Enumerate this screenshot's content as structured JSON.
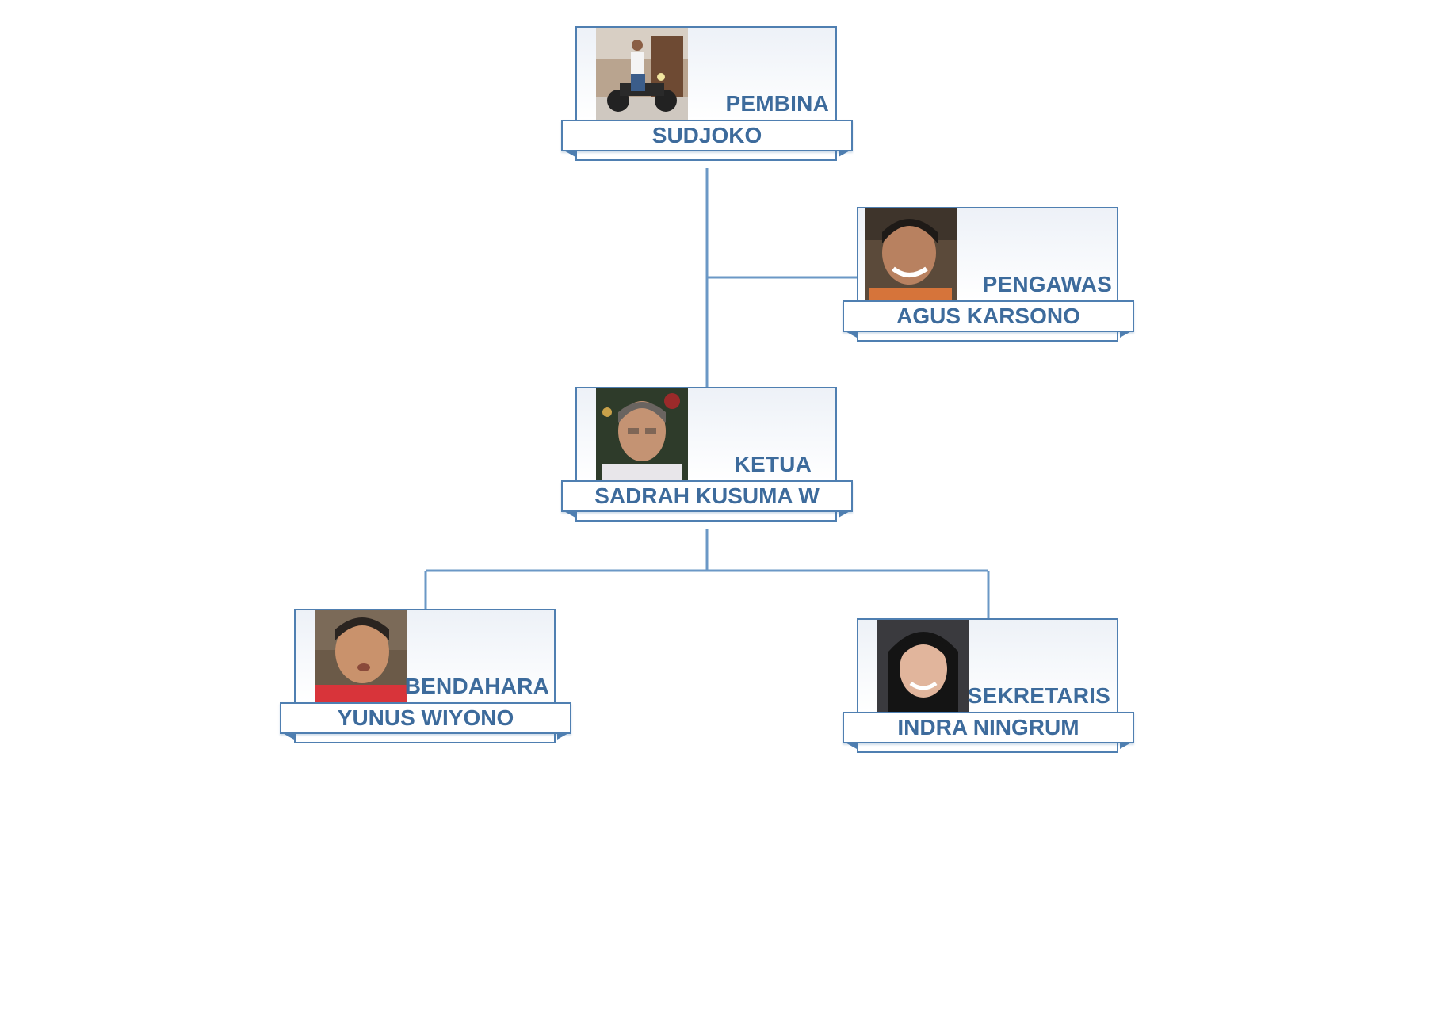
{
  "colors": {
    "accent": "#4f7fb1",
    "text": "#3d6b9c",
    "connector": "#6b98c6"
  },
  "nodes": [
    {
      "role": "PEMBINA",
      "name": "SUDJOKO",
      "photo": "man-on-motorcycle-photo"
    },
    {
      "role": "PENGAWAS",
      "name": "AGUS KARSONO",
      "photo": "smiling-man-portrait-photo"
    },
    {
      "role": "KETUA",
      "name": "SADRAH KUSUMA W",
      "photo": "man-portrait-photo"
    },
    {
      "role": "BENDAHARA",
      "name": "YUNUS WIYONO",
      "photo": "man-in-red-shirt-photo"
    },
    {
      "role": "SEKRETARIS",
      "name": "INDRA NINGRUM",
      "photo": "smiling-woman-portrait-photo"
    }
  ]
}
